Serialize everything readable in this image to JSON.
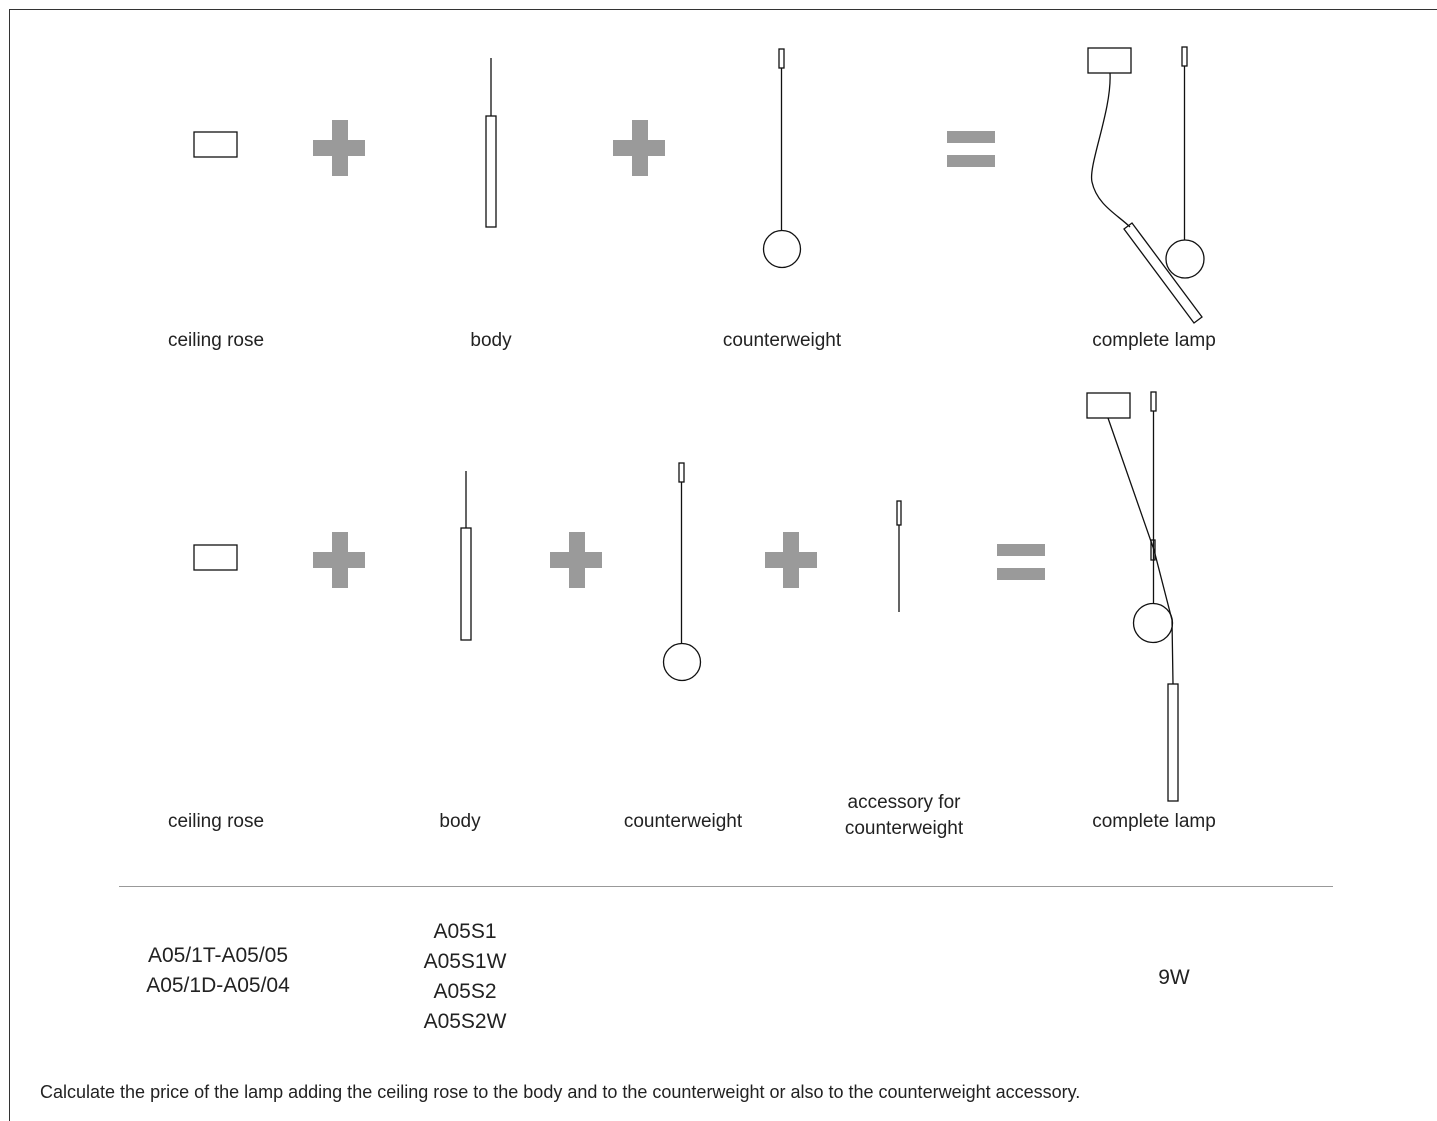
{
  "row1": {
    "labels": [
      "ceiling rose",
      "body",
      "counterweight",
      "complete lamp"
    ]
  },
  "row2": {
    "labels": [
      "ceiling rose",
      "body",
      "counterweight",
      "accessory for counterweight",
      "complete lamp"
    ]
  },
  "codes": {
    "ceiling_rose": [
      "A05/1T-A05/05",
      "A05/1D-A05/04"
    ],
    "body": [
      "A05S1",
      "A05S1W",
      "A05S2",
      "A05S2W"
    ],
    "power": "9W"
  },
  "note": "Calculate the price of the lamp adding the ceiling rose to the body and to the counterweight or also to the counterweight accessory.",
  "colors": {
    "operator": "#9a9a9a",
    "line": "#111111",
    "divider": "#999999"
  }
}
